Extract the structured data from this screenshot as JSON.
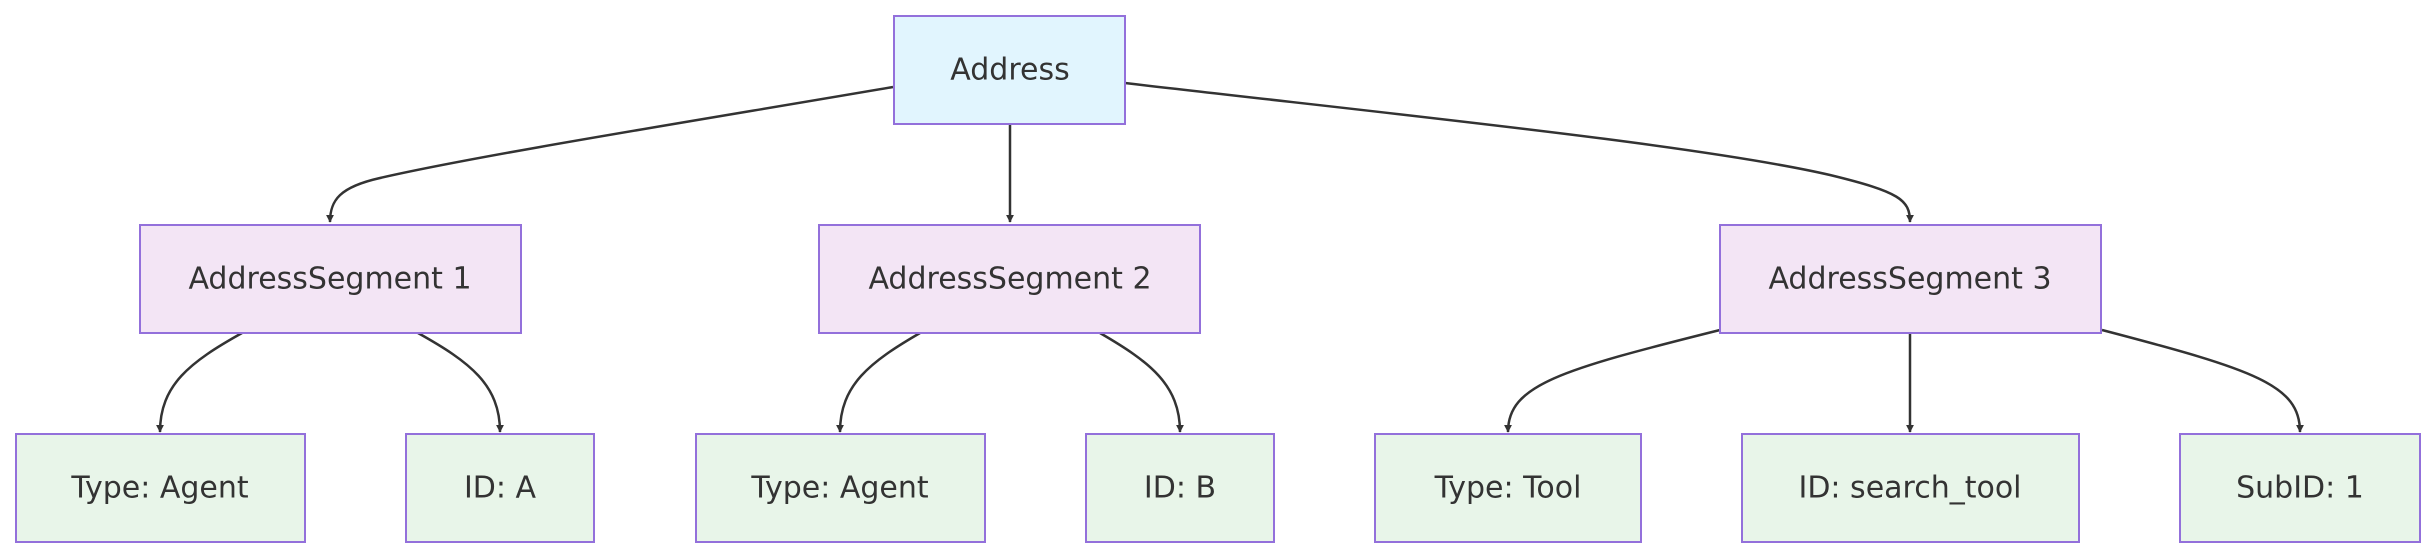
{
  "colors": {
    "root_fill": "#e1f5fe",
    "segment_fill": "#f3e5f5",
    "leaf_fill": "#e8f5e9",
    "border": "#9370DB",
    "edge": "#333333",
    "text": "#333333"
  },
  "nodes": {
    "root": {
      "label": "Address"
    },
    "seg1": {
      "label": "AddressSegment 1"
    },
    "seg2": {
      "label": "AddressSegment 2"
    },
    "seg3": {
      "label": "AddressSegment 3"
    },
    "seg1_type": {
      "label": "Type: Agent"
    },
    "seg1_id": {
      "label": "ID: A"
    },
    "seg2_type": {
      "label": "Type: Agent"
    },
    "seg2_id": {
      "label": "ID: B"
    },
    "seg3_type": {
      "label": "Type: Tool"
    },
    "seg3_id": {
      "label": "ID: search_tool"
    },
    "seg3_subid": {
      "label": "SubID: 1"
    }
  },
  "edges": [
    {
      "from": "root",
      "to": "seg1"
    },
    {
      "from": "root",
      "to": "seg2"
    },
    {
      "from": "root",
      "to": "seg3"
    },
    {
      "from": "seg1",
      "to": "seg1_type"
    },
    {
      "from": "seg1",
      "to": "seg1_id"
    },
    {
      "from": "seg2",
      "to": "seg2_type"
    },
    {
      "from": "seg2",
      "to": "seg2_id"
    },
    {
      "from": "seg3",
      "to": "seg3_type"
    },
    {
      "from": "seg3",
      "to": "seg3_id"
    },
    {
      "from": "seg3",
      "to": "seg3_subid"
    }
  ]
}
